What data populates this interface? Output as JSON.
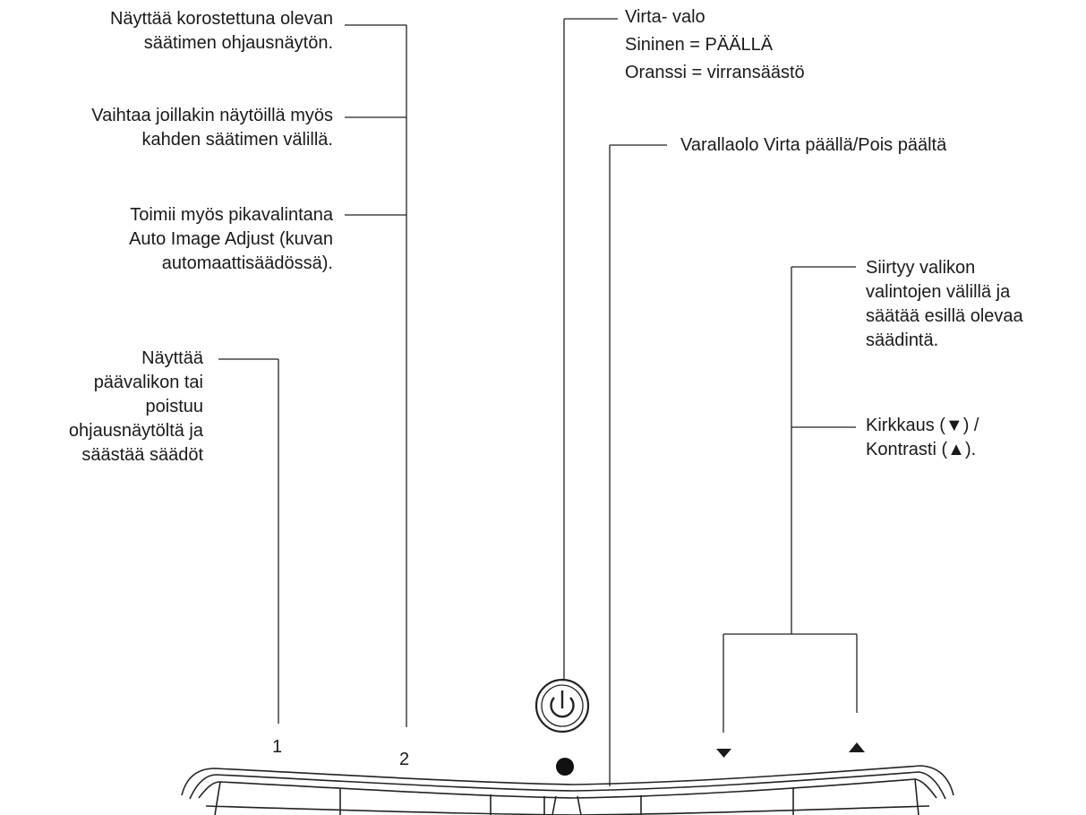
{
  "callouts": {
    "osd_highlight": [
      "Näyttää korostettuna olevan",
      "säätimen ohjausnäytön."
    ],
    "toggle_controls": [
      "Vaihtaa joillakin näytöillä myös",
      "kahden säätimen välillä."
    ],
    "auto_adjust": [
      "Toimii myös pikavalintana",
      "Auto Image Adjust (kuvan",
      "automaattisäädössä)."
    ],
    "main_menu": [
      "Näyttää",
      "päävalikon tai",
      "poistuu",
      "ohjausnäytöltä ja",
      "säästää säädöt"
    ],
    "power_light": [
      "Virta- valo",
      "Sininen = PÄÄLLÄ",
      "Oranssi = virransäästö"
    ],
    "standby": [
      "Varallaolo Virta päällä/Pois päältä"
    ],
    "navigate": [
      "Siirtyy valikon",
      "valintojen välillä ja",
      "säätää esillä olevaa",
      "säädintä."
    ],
    "brightness_contrast": [
      "Kirkkaus (▼) /",
      "Kontrasti  (▲)."
    ]
  },
  "buttons": {
    "button1_label": "1",
    "button2_label": "2",
    "power_indicator": "●",
    "down_label": "▼",
    "up_label": "▲"
  }
}
